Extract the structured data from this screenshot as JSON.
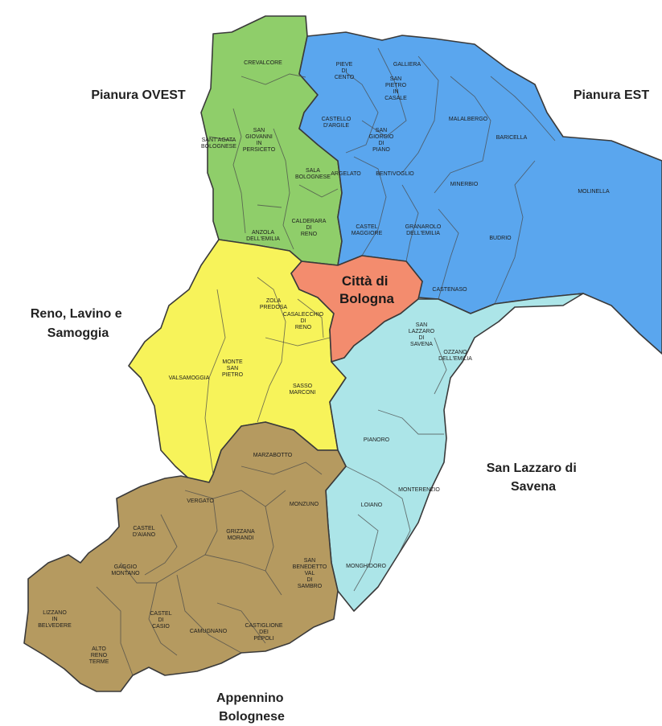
{
  "colors": {
    "pianura_ovest": "#8fce6a",
    "pianura_est": "#5aa6ee",
    "reno_lavino_samoggia": "#f7f35a",
    "citta_bologna": "#f38c6e",
    "san_lazzaro": "#ace5e8",
    "appennino": "#b59a60"
  },
  "districts": {
    "pianura_ovest": [
      "Pianura OVEST"
    ],
    "pianura_est": [
      "Pianura EST"
    ],
    "reno_lavino_samoggia": [
      "Reno, Lavino e",
      "Samoggia"
    ],
    "citta_bologna": [
      "Città di",
      "Bologna"
    ],
    "san_lazzaro": [
      "San Lazzaro di",
      "Savena"
    ],
    "appennino": [
      "Appennino",
      "Bolognese"
    ]
  },
  "municipalities": [
    {
      "id": "crevalcore",
      "lines": [
        "CREVALCORE"
      ]
    },
    {
      "id": "santagata",
      "lines": [
        "SANT'AGATA",
        "BOLOGNESE"
      ]
    },
    {
      "id": "san-giovanni",
      "lines": [
        "SAN",
        "GIOVANNI",
        "IN",
        "PERSICETO"
      ]
    },
    {
      "id": "sala-bolognese",
      "lines": [
        "SALA",
        "BOLOGNESE"
      ]
    },
    {
      "id": "anzola",
      "lines": [
        "ANZOLA",
        "DELL'EMILIA"
      ]
    },
    {
      "id": "calderara",
      "lines": [
        "CALDERARA",
        "DI",
        "RENO"
      ]
    },
    {
      "id": "pieve-di-cento",
      "lines": [
        "PIEVE",
        "DI",
        "CENTO"
      ]
    },
    {
      "id": "galliera",
      "lines": [
        "GALLIERA"
      ]
    },
    {
      "id": "san-pietro",
      "lines": [
        "SAN",
        "PIETRO",
        "IN",
        "CASALE"
      ]
    },
    {
      "id": "castello-argile",
      "lines": [
        "CASTELLO",
        "D'ARGILE"
      ]
    },
    {
      "id": "san-giorgio",
      "lines": [
        "SAN",
        "GIORGIO",
        "DI",
        "PIANO"
      ]
    },
    {
      "id": "malalbergo",
      "lines": [
        "MALALBERGO"
      ]
    },
    {
      "id": "baricella",
      "lines": [
        "BARICELLA"
      ]
    },
    {
      "id": "argelato",
      "lines": [
        "ARGELATO"
      ]
    },
    {
      "id": "bentivoglio",
      "lines": [
        "BENTIVOGLIO"
      ]
    },
    {
      "id": "minerbio",
      "lines": [
        "MINERBIO"
      ]
    },
    {
      "id": "molinella",
      "lines": [
        "MOLINELLA"
      ]
    },
    {
      "id": "castel-maggiore",
      "lines": [
        "CASTEL",
        "MAGGIORE"
      ]
    },
    {
      "id": "granarolo",
      "lines": [
        "GRANAROLO",
        "DELL'EMILIA"
      ]
    },
    {
      "id": "budrio",
      "lines": [
        "BUDRIO"
      ]
    },
    {
      "id": "castenaso",
      "lines": [
        "CASTENASO"
      ]
    },
    {
      "id": "zola-predosa",
      "lines": [
        "ZOLA",
        "PREDOSA"
      ]
    },
    {
      "id": "casalecchio",
      "lines": [
        "CASALECCHIO",
        "DI",
        "RENO"
      ]
    },
    {
      "id": "valsamoggia",
      "lines": [
        "VALSAMOGGIA"
      ]
    },
    {
      "id": "monte-san-pietro",
      "lines": [
        "MONTE",
        "SAN",
        "PIETRO"
      ]
    },
    {
      "id": "sasso-marconi",
      "lines": [
        "SASSO",
        "MARCONI"
      ]
    },
    {
      "id": "san-lazzaro",
      "lines": [
        "SAN",
        "LAZZARO",
        "DI",
        "SAVENA"
      ]
    },
    {
      "id": "ozzano",
      "lines": [
        "OZZANO",
        "DELL'EMILIA"
      ]
    },
    {
      "id": "pianoro",
      "lines": [
        "PIANORO"
      ]
    },
    {
      "id": "monterenzio",
      "lines": [
        "MONTERENZIO"
      ]
    },
    {
      "id": "loiano",
      "lines": [
        "LOIANO"
      ]
    },
    {
      "id": "monghidoro",
      "lines": [
        "MONGHIDORO"
      ]
    },
    {
      "id": "marzabotto",
      "lines": [
        "MARZABOTTO"
      ]
    },
    {
      "id": "vergato",
      "lines": [
        "VERGATO"
      ]
    },
    {
      "id": "monzuno",
      "lines": [
        "MONZUNO"
      ]
    },
    {
      "id": "castel-aiano",
      "lines": [
        "CASTEL",
        "D'AIANO"
      ]
    },
    {
      "id": "grizzana",
      "lines": [
        "GRIZZANA",
        "MORANDI"
      ]
    },
    {
      "id": "gaggio-montano",
      "lines": [
        "GAGGIO",
        "MONTANO"
      ]
    },
    {
      "id": "san-benedetto",
      "lines": [
        "SAN",
        "BENEDETTO",
        "VAL",
        "DI",
        "SAMBRO"
      ]
    },
    {
      "id": "lizzano",
      "lines": [
        "LIZZANO",
        "IN",
        "BELVEDERE"
      ]
    },
    {
      "id": "castel-casio",
      "lines": [
        "CASTEL",
        "DI",
        "CASIO"
      ]
    },
    {
      "id": "camugnano",
      "lines": [
        "CAMUGNANO"
      ]
    },
    {
      "id": "castiglione",
      "lines": [
        "CASTIGLIONE",
        "DEI",
        "PEPOLI"
      ]
    },
    {
      "id": "alto-reno",
      "lines": [
        "ALTO",
        "RENO",
        "TERME"
      ]
    }
  ]
}
